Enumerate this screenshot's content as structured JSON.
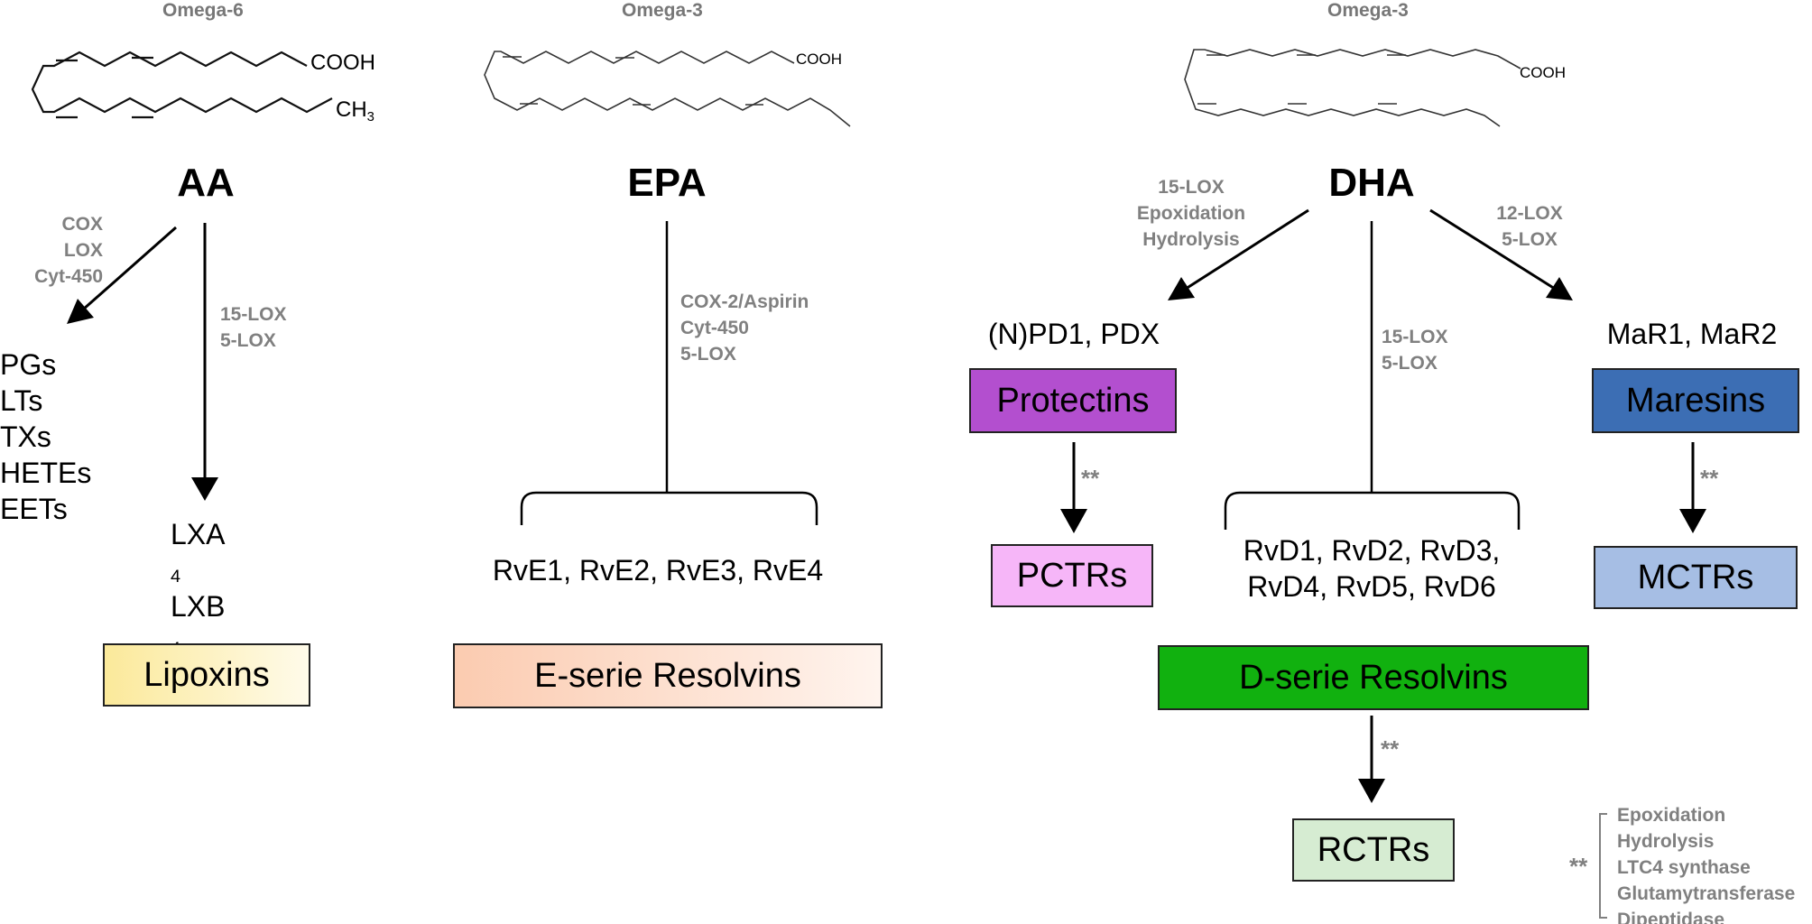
{
  "headers": {
    "aa": "Omega-6",
    "epa": "Omega-3",
    "dha": "Omega-3"
  },
  "names": {
    "aa": "AA",
    "epa": "EPA",
    "dha": "DHA"
  },
  "chem_labels": {
    "aa_acid": "COOH",
    "aa_methyl": "CH",
    "aa_methyl_sub": "3",
    "epa_acid": "COOH",
    "dha_acid": "COOH"
  },
  "aa": {
    "enzymes_left": [
      "COX",
      "LOX",
      "Cyt-450"
    ],
    "enzymes_right": [
      "15-LOX",
      "5-LOX"
    ],
    "products_left": [
      "PGs",
      "LTs",
      "TXs",
      "HETEs",
      "EETs"
    ],
    "lxa": "LXA",
    "lxb": "LXB",
    "sub": "4",
    "box_label": "Lipoxins"
  },
  "epa": {
    "enzymes": [
      "COX-2/Aspirin",
      "Cyt-450",
      "5-LOX"
    ],
    "products": "RvE1, RvE2, RvE3, RvE4",
    "box_label": "E-serie Resolvins"
  },
  "dha": {
    "enzymes_left": [
      "15-LOX",
      "Epoxidation",
      "Hydrolysis"
    ],
    "enzymes_mid": [
      "15-LOX",
      "5-LOX"
    ],
    "enzymes_right": [
      "12-LOX",
      "5-LOX"
    ],
    "protectins_products": "(N)PD1, PDX",
    "protectins_label": "Protectins",
    "pctrs_label": "PCTRs",
    "maresins_products": "MaR1, MaR2",
    "maresins_label": "Maresins",
    "mctrs_label": "MCTRs",
    "resolvins_products": [
      "RvD1, RvD2, RvD3,",
      "RvD4, RvD5, RvD6"
    ],
    "resolvins_label": "D-serie Resolvins",
    "rctrs_label": "RCTRs"
  },
  "footnote": {
    "marker": "**",
    "items": [
      "Epoxidation",
      "Hydrolysis",
      "LTC4 synthase",
      "Glutamytransferase",
      "Dipeptidase"
    ]
  },
  "colors": {
    "lipoxins_fill": "#fdf3c0",
    "eresolvins_fill": "#fde0cf",
    "protectins_fill": "#b34fcf",
    "pctrs_fill": "#f6b6f8",
    "maresins_fill": "#3c6eb4",
    "mctrs_fill": "#a6bee4",
    "dresolvins_fill": "#11b10f",
    "rctrs_fill": "#d6ecd2",
    "annotation_gray": "#808080"
  }
}
